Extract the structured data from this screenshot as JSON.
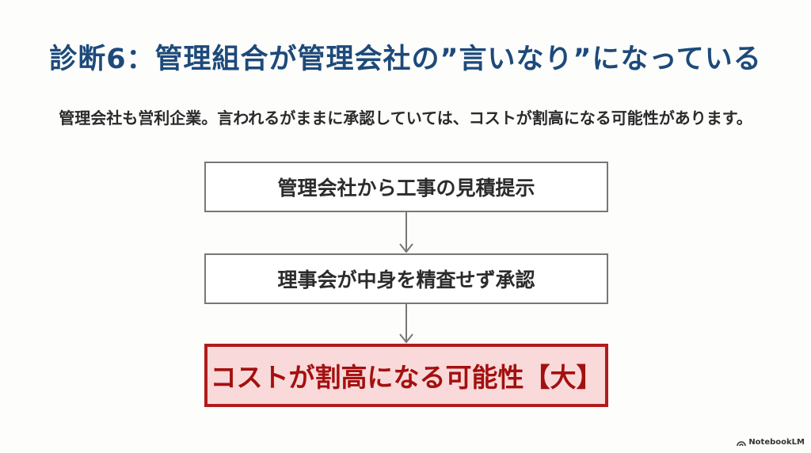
{
  "title": "診断6：管理組合が管理会社の”言いなり”になっている",
  "subtitle": "管理会社も営利企業。言われるがままに承認していては、コストが割高になる可能性があります。",
  "flow": {
    "steps": [
      "管理会社から工事の見積提示",
      "理事会が中身を精査せず承認",
      "コストが割高になる可能性【大】"
    ]
  },
  "colors": {
    "title": "#1d4a7a",
    "highlight_border": "#b01c1c",
    "highlight_fill": "#f9d9d9",
    "highlight_text": "#a3100f"
  },
  "watermark": {
    "icon": "notebooklm-logo-icon",
    "label": "NotebookLM"
  }
}
